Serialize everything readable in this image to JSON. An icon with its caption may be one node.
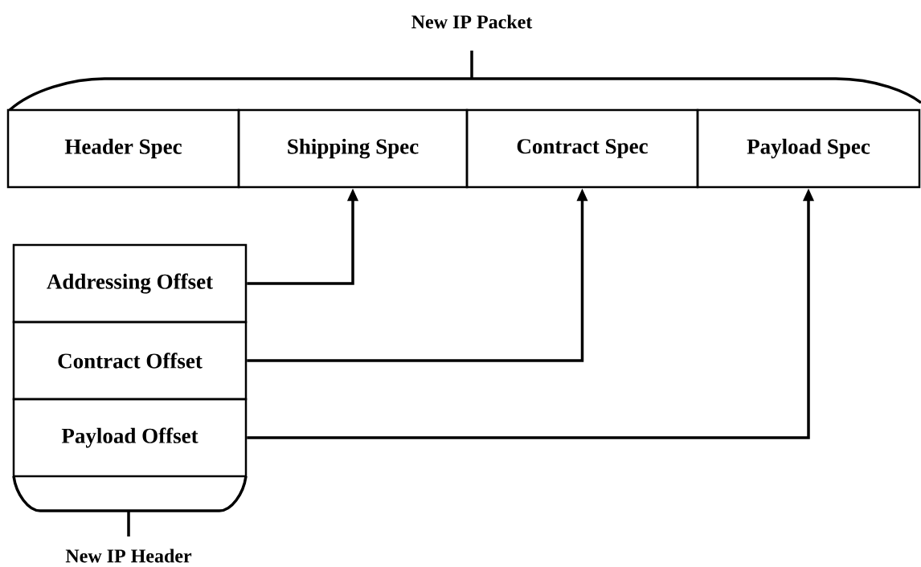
{
  "diagram": {
    "nodes": [
      {
        "text": [
          "Header Spec"
        ]
      },
      {
        "text": [
          "Shipping Spec"
        ]
      },
      {
        "text": [
          "Contract Spec"
        ]
      },
      {
        "text": [
          "Payload Spec"
        ]
      },
      {
        "text": [
          "Addressing Offset"
        ]
      },
      {
        "text": [
          "Contract Offset"
        ]
      },
      {
        "text": [
          "Payload Offset"
        ]
      }
    ],
    "edges": [
      {
        "from": 4,
        "to": 1,
        "arrow": "to"
      },
      {
        "from": 5,
        "to": 2,
        "arrow": "to"
      },
      {
        "from": 6,
        "to": 3,
        "arrow": "to"
      }
    ],
    "labels": [
      "New IP Packet",
      "New IP Header"
    ]
  }
}
